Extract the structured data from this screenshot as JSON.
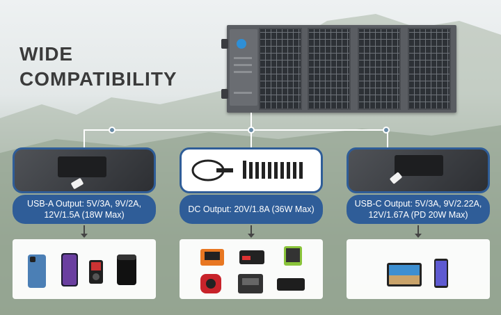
{
  "headline": {
    "line1": "WIDE",
    "line2": "COMPATIBILITY"
  },
  "outputs": [
    {
      "line1": "USB-A Output: 5V/3A, 9V/2A,",
      "line2": "12V/1.5A (18W Max)"
    },
    {
      "line1": "DC Output: 20V/1.8A (36W Max)",
      "line2": ""
    },
    {
      "line1": "USB-C Output: 5V/3A, 9V/2.22A,",
      "line2": "12V/1.67A (PD 20W Max)"
    }
  ],
  "colors": {
    "accent": "#2f5d98",
    "headline": "#3b3b3b"
  },
  "devices": {
    "usb_a": [
      "phone-blue-icon",
      "phone-purple-icon",
      "mp3-player-icon",
      "power-bank-icon"
    ],
    "dc": [
      "power-station-orange-icon",
      "power-station-red-icon",
      "power-station-green-icon",
      "power-station-red-round-icon",
      "power-station-grey-icon",
      "power-bank-slim-icon"
    ],
    "usb_c": [
      "tablet-icon",
      "phone-icon"
    ]
  }
}
